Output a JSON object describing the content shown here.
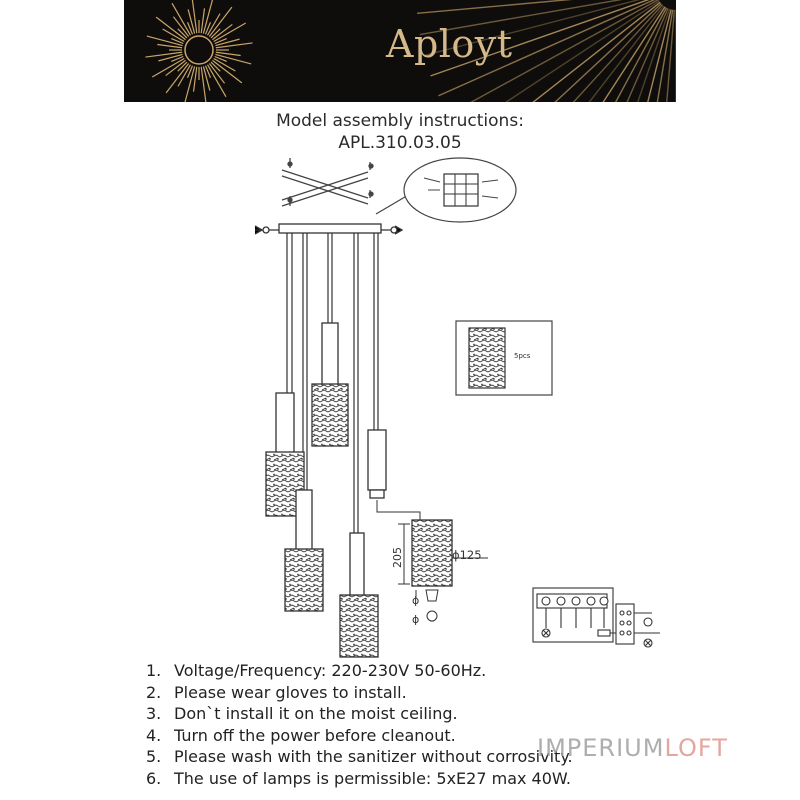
{
  "header": {
    "brand": "Aployt",
    "colors": {
      "banner_bg": "#0f0d0b",
      "gold": "#d6b98a"
    },
    "logo_icon": "sunburst-icon"
  },
  "title": {
    "line1": "Model assembly instructions:",
    "line2": "APL.310.03.05"
  },
  "diagram": {
    "shade_count_label": "5pcs",
    "height_label": "205",
    "diameter_label": "ϕ125"
  },
  "notes": [
    {
      "num": "1.",
      "text": "Voltage/Frequency: 220-230V 50-60Hz."
    },
    {
      "num": "2.",
      "text": "Please wear gloves to install."
    },
    {
      "num": "3.",
      "text": "Don`t install it on the moist ceiling."
    },
    {
      "num": "4.",
      "text": "Turn off the power before cleanout."
    },
    {
      "num": "5.",
      "text": "Please wash with the sanitizer without corrosivity."
    },
    {
      "num": "6.",
      "text": "The use of lamps is permissible: 5xE27 max 40W."
    }
  ],
  "watermark": {
    "part1": "IMPERIUM",
    "part2": "LOFT"
  }
}
